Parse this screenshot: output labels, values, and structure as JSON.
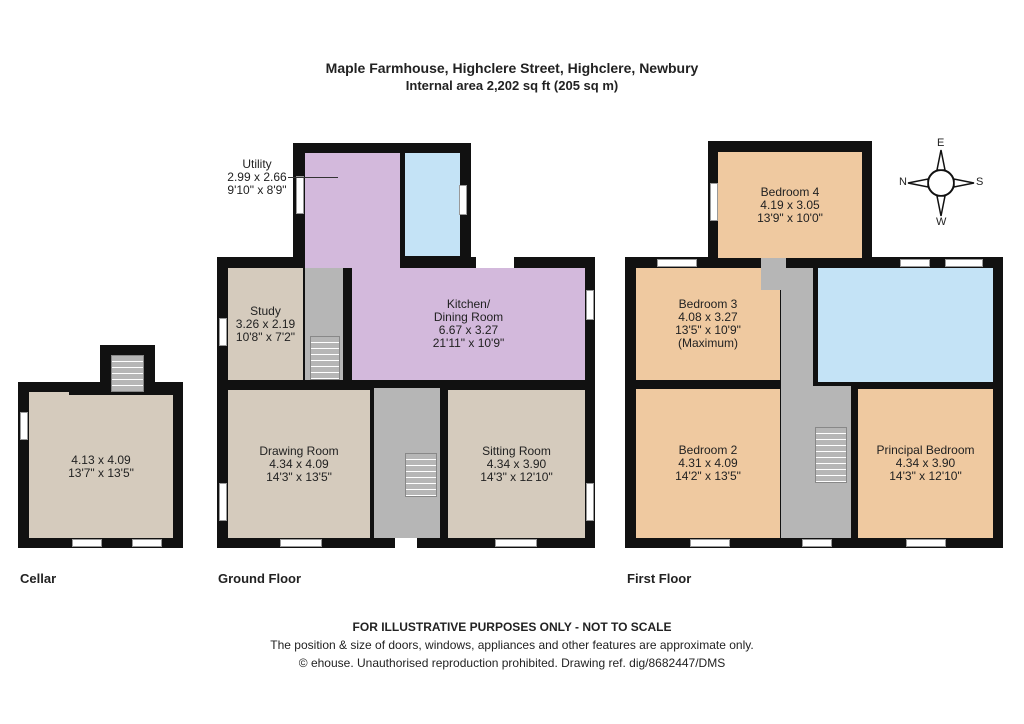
{
  "header": {
    "title": "Maple Farmhouse, Highclere Street, Highclere, Newbury",
    "area": "Internal area 2,202 sq ft (205 sq m)"
  },
  "floors": {
    "cellar": "Cellar",
    "ground": "Ground Floor",
    "first": "First Floor"
  },
  "rooms": {
    "cellar": {
      "m": "4.13 x 4.09",
      "ft": "13'7\" x 13'5\""
    },
    "utility": {
      "name": "Utility",
      "m": "2.99 x 2.66",
      "ft": "9'10\" x 8'9\""
    },
    "study": {
      "name": "Study",
      "m": "3.26 x 2.19",
      "ft": "10'8\" x 7'2\""
    },
    "kitchen": {
      "name": "Kitchen/",
      "name2": "Dining Room",
      "m": "6.67 x 3.27",
      "ft": "21'11\" x 10'9\""
    },
    "drawing": {
      "name": "Drawing Room",
      "m": "4.34 x 4.09",
      "ft": "14'3\" x 13'5\""
    },
    "sitting": {
      "name": "Sitting Room",
      "m": "4.34 x 3.90",
      "ft": "14'3\" x 12'10\""
    },
    "bed4": {
      "name": "Bedroom 4",
      "m": "4.19 x 3.05",
      "ft": "13'9\" x 10'0\""
    },
    "bed3": {
      "name": "Bedroom 3",
      "m": "4.08 x 3.27",
      "ft": "13'5\" x 10'9\"",
      "note": "(Maximum)"
    },
    "bed2": {
      "name": "Bedroom 2",
      "m": "4.31 x 4.09",
      "ft": "14'2\" x 13'5\""
    },
    "principal": {
      "name": "Principal Bedroom",
      "m": "4.34 x 3.90",
      "ft": "14'3\" x 12'10\""
    }
  },
  "compass": {
    "n": "N",
    "e": "E",
    "s": "S",
    "w": "W"
  },
  "footer": {
    "disclaimer": "FOR ILLUSTRATIVE PURPOSES ONLY - NOT TO SCALE",
    "note": "The position & size of doors, windows, appliances and other features are approximate only.",
    "copyright": "© ehouse. Unauthorised reproduction prohibited. Drawing ref. dig/8682447/DMS"
  }
}
